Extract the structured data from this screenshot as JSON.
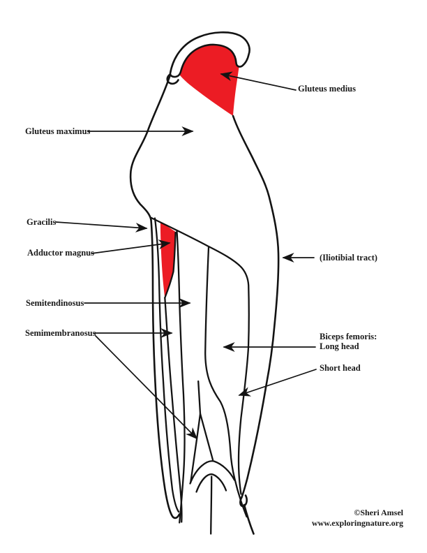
{
  "figure": {
    "kind": "muscle-anatomy-diagram",
    "view": "posterior hip and thigh with highlighted muscles"
  },
  "colors": {
    "highlight": "#ec1c24",
    "line": "#131313"
  },
  "labels": {
    "gluteus_medius": "Gluteus medius",
    "gluteus_maximus": "Gluteus maximus",
    "gracilis": "Gracilis",
    "adductor_magnus": "Adductor magnus",
    "semitendinosus": "Semitendinosus",
    "semimembranosus": "Semimembranosus",
    "iliotibial_tract": "(Iliotibial tract)",
    "biceps_femoris_heading": "Biceps femoris:",
    "biceps_femoris_long_head": "Long head",
    "biceps_femoris_short_head": "Short head"
  },
  "credit": {
    "author": "©Sheri Amsel",
    "website": "www.exploringnature.org"
  }
}
